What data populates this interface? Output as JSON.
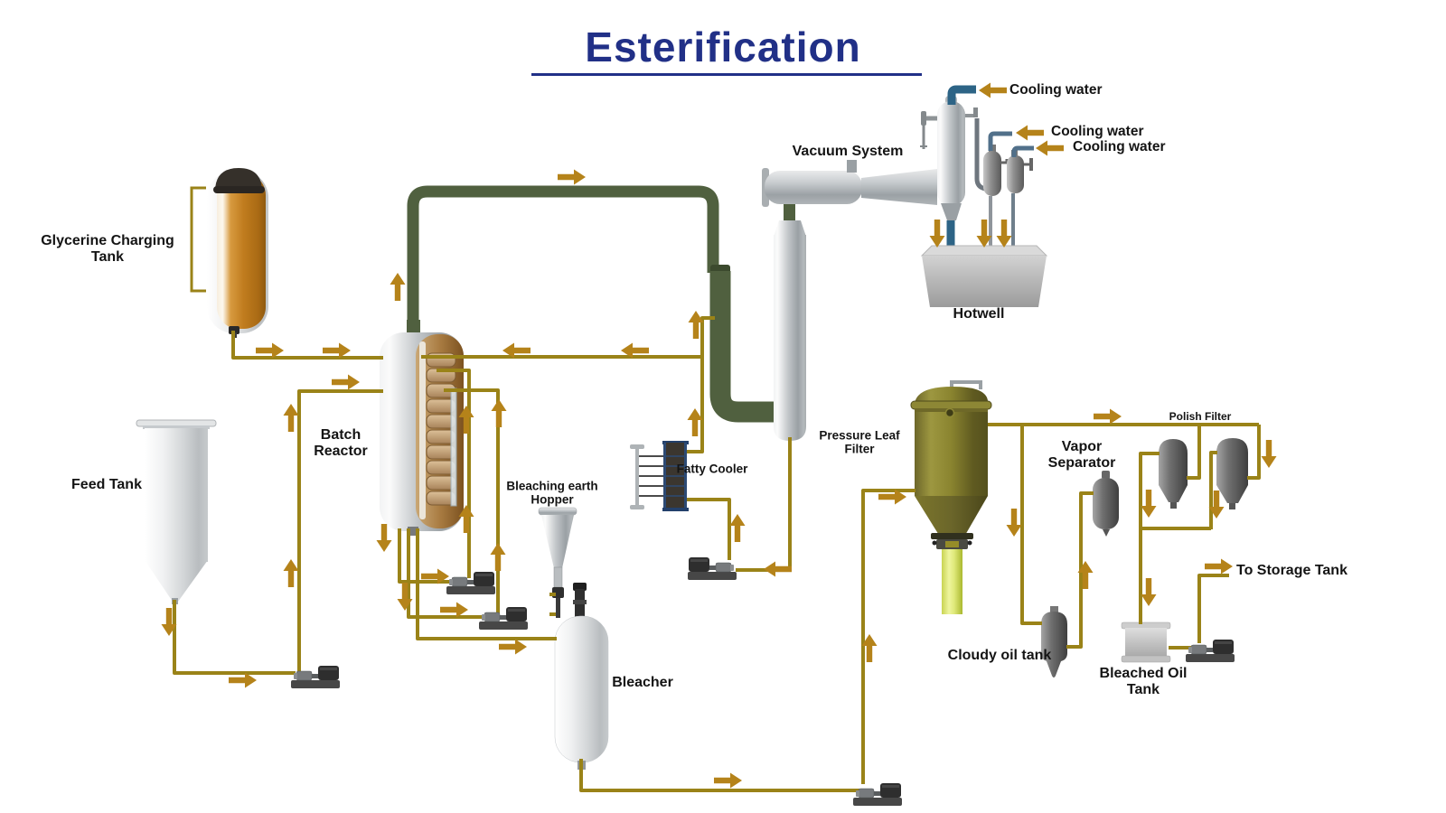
{
  "title": "Esterification",
  "colors": {
    "title": "#213087",
    "pipe": "#9a8318",
    "flow_arrow": "#b5831a",
    "vapor_pipe": "#50603f",
    "cooling_pipe": "#2d6486",
    "filter_body": "#7c762c",
    "label_text": "#141414"
  },
  "labels": {
    "glycerine_charging_tank": "Glycerine Charging Tank",
    "feed_tank": "Feed Tank",
    "batch_reactor": "Batch Reactor",
    "bleaching_earth_hopper": "Bleaching earth Hopper",
    "bleacher": "Bleacher",
    "fatty_cooler": "Fatty Cooler",
    "vacuum_system": "Vacuum System",
    "hotwell": "Hotwell",
    "pressure_leaf_filter": "Pressure Leaf Filter",
    "vapor_separator": "Vapor Separator",
    "cloudy_oil_tank": "Cloudy oil tank",
    "polish_filter": "Polish Filter",
    "bleached_oil_tank": "Bleached Oil Tank",
    "to_storage_tank": "To Storage Tank",
    "cooling_water_1": "Cooling water",
    "cooling_water_2": "Cooling water",
    "cooling_water_3": "Cooling water"
  }
}
